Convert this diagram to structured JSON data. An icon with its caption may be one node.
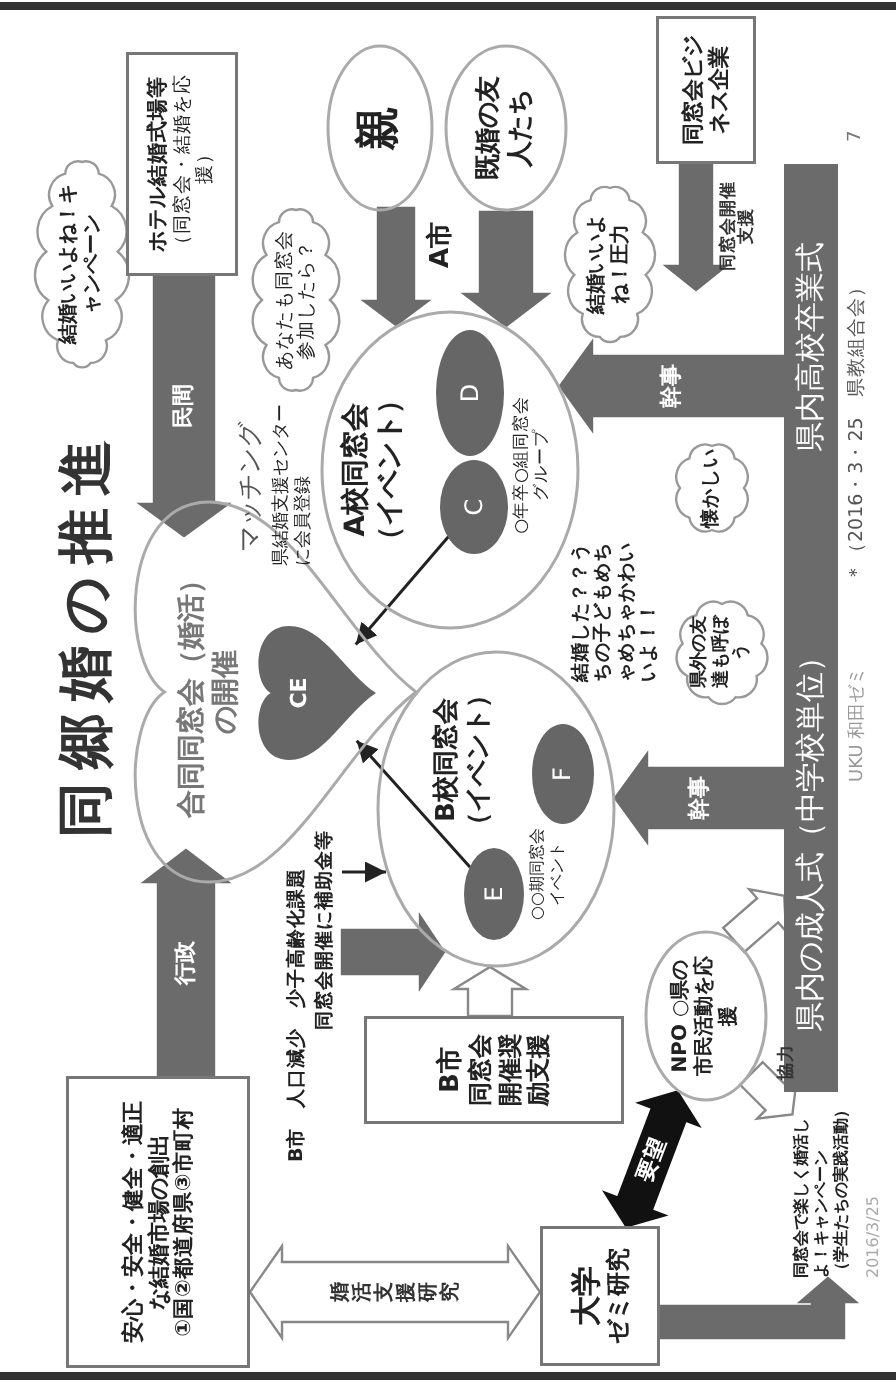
{
  "diagram": {
    "title": "同郷婚の推進",
    "nodes": [
      {
        "text": [
          "合同同窓会（婚活）の開催"
        ]
      },
      {
        "text": [
          "CE"
        ],
        "in": 0
      },
      {
        "text": [
          "結婚いいよね！キャンペーン"
        ]
      },
      {
        "text": [
          "ホテル結婚式場等",
          "（同窓会・結婚を応援）"
        ]
      },
      {
        "text": [
          "あなたも同窓会参加したら？"
        ]
      },
      {
        "text": [
          "親"
        ]
      },
      {
        "text": [
          "既婚の友人たち"
        ]
      },
      {
        "text": [
          "結婚いいよね！圧力"
        ]
      },
      {
        "text": [
          "同窓会ビジネス企業"
        ]
      },
      {
        "text": [
          "A校同窓会（イベント）",
          "○年卒○組同窓会グループ"
        ]
      },
      {
        "text": [
          "D"
        ],
        "in": 9
      },
      {
        "text": [
          "C"
        ],
        "in": 9
      },
      {
        "text": [
          "懐かしい"
        ]
      },
      {
        "text": [
          "B校同窓会（イベント）",
          "○○期同窓会イベント"
        ]
      },
      {
        "text": [
          "E"
        ],
        "in": 13
      },
      {
        "text": [
          "F"
        ],
        "in": 13
      },
      {
        "text": [
          "県外の友達も呼ぼう"
        ]
      },
      {
        "text": [
          "県内の成人式（中学校単位）",
          "県内高校卒業式"
        ]
      },
      {
        "text": [
          "B市　人口減少　少子高齢化課題",
          "同窓会開催に補助金等"
        ]
      },
      {
        "text": [
          "B市",
          "同窓会開催奨励支援"
        ]
      },
      {
        "text": [
          "安心・安全・健全・適正な結婚市場の創出",
          "①国②都道府県③市町村"
        ]
      },
      {
        "text": [
          "大学",
          "ゼミ研究"
        ]
      },
      {
        "text": [
          "NPO ○県の市民活動を応援"
        ]
      },
      {
        "text": [
          "同窓会で楽しく婚活しよ！キャンペーン",
          "（学生たちの実践活動）"
        ]
      }
    ],
    "edges": [
      {
        "from": 3,
        "to": 0,
        "arrow": "to",
        "label": "民間",
        "style": "thick"
      },
      {
        "from": 20,
        "to": 0,
        "arrow": "to",
        "label": "行政",
        "style": "thick"
      },
      {
        "from": 5,
        "to": 9,
        "arrow": "to",
        "style": "thick"
      },
      {
        "from": 6,
        "to": 9,
        "arrow": "to",
        "style": "thick"
      },
      {
        "from": 8,
        "to": null,
        "arrow": "to",
        "label": "同窓会開催支援",
        "style": "thick"
      },
      {
        "from": 17,
        "to": 9,
        "arrow": "to",
        "label": "幹事",
        "style": "thick"
      },
      {
        "from": 17,
        "to": 13,
        "arrow": "to",
        "label": "幹事",
        "style": "thick"
      },
      {
        "from": 18,
        "to": 13,
        "arrow": "to",
        "style": "thick"
      },
      {
        "from": 18,
        "to": 13,
        "arrow": "to"
      },
      {
        "from": 19,
        "to": 13,
        "arrow": "to",
        "style": "thick",
        "color": "#ffffff"
      },
      {
        "from": 11,
        "to": 1,
        "arrow": "to"
      },
      {
        "from": 14,
        "to": 1,
        "arrow": "to"
      },
      {
        "from": 20,
        "to": 21,
        "arrow": "both",
        "label": "婚活支援研究",
        "style": "thick",
        "color": "#ffffff"
      },
      {
        "from": 21,
        "to": 22,
        "arrow": "both",
        "label": "要望",
        "style": "thick",
        "color": "#111111"
      },
      {
        "from": 22,
        "to": 17,
        "arrow": "to",
        "style": "thick",
        "color": "#ffffff"
      },
      {
        "from": 22,
        "to": 23,
        "arrow": "to",
        "label": "協力",
        "style": "thick",
        "color": "#ffffff"
      },
      {
        "from": 21,
        "to": 23,
        "arrow": "to",
        "style": "thick"
      }
    ],
    "labels": [
      "マッチング",
      "県結婚支援センターに会員登録",
      "A市",
      "結婚した？？うちの子どもめちゃめちゃかわいいよ！！",
      "UKU 和田ゼミ",
      "＊（2016・3・25　県教組合会）",
      "7",
      "2016/3/25"
    ]
  }
}
